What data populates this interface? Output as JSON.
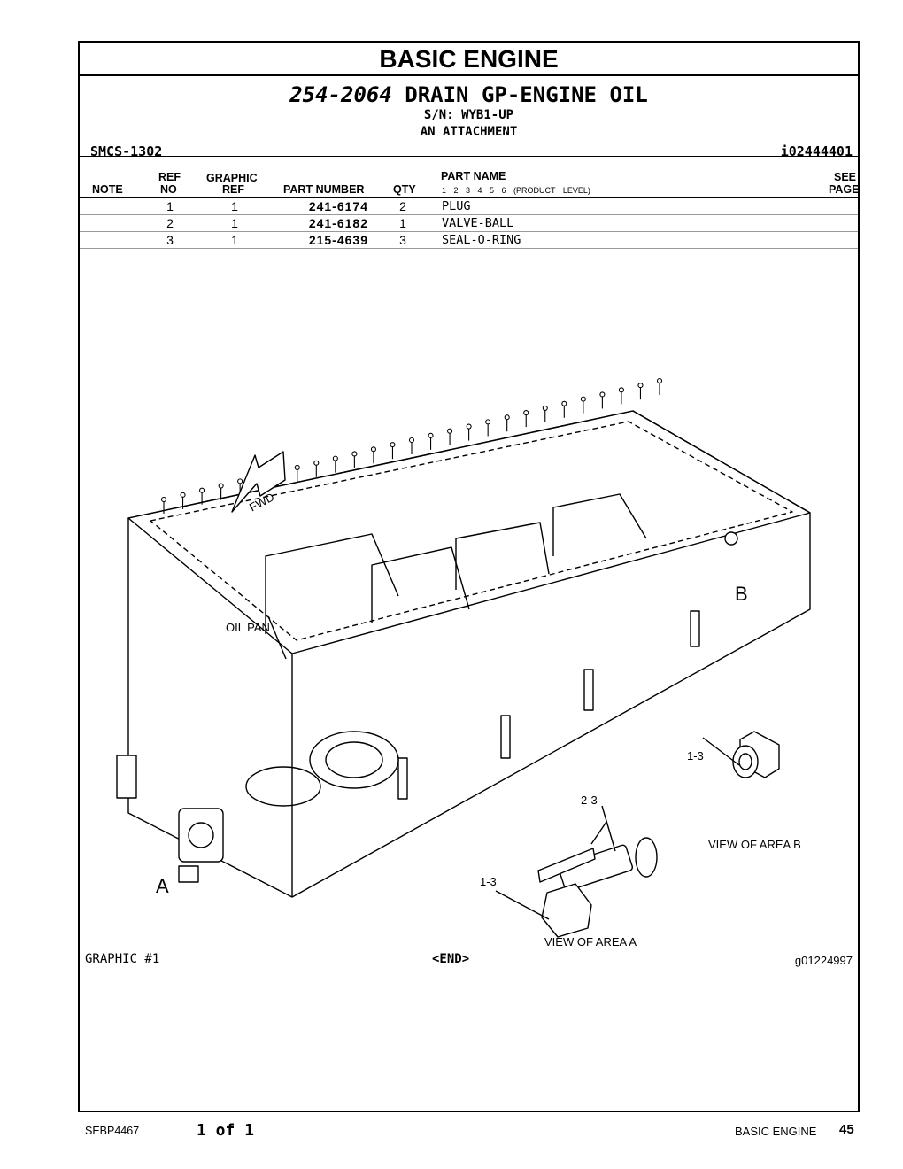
{
  "section_title": "BASIC ENGINE",
  "group": {
    "number": "254-2064",
    "name": "DRAIN GP-ENGINE OIL",
    "serial": "S/N: WYB1-UP",
    "type": "AN ATTACHMENT"
  },
  "smcs": "SMCS-1302",
  "info_number": "i02444401",
  "columns": {
    "note": "NOTE",
    "ref_top": "REF",
    "ref_bottom": "NO",
    "graphic_top": "GRAPHIC",
    "graphic_bottom": "REF",
    "part_number": "PART NUMBER",
    "qty": "QTY",
    "part_name": "PART NAME",
    "levels": "1 2 3 4 5 6 (PRODUCT LEVEL)",
    "see_top": "SEE",
    "see_bottom": "PAGE"
  },
  "parts": [
    {
      "ref": "1",
      "graphic": "1",
      "part_number": "241-6174",
      "qty": "2",
      "name": "PLUG"
    },
    {
      "ref": "2",
      "graphic": "1",
      "part_number": "241-6182",
      "qty": "1",
      "name": "VALVE-BALL"
    },
    {
      "ref": "3",
      "graphic": "1",
      "part_number": "215-4639",
      "qty": "3",
      "name": "SEAL-O-RING"
    }
  ],
  "drawing": {
    "fwd": "FWD",
    "oil_pan": "OIL PAN",
    "area_a": "A",
    "area_b": "B",
    "callout_b": "1-3",
    "view_b": "VIEW OF AREA B",
    "callout_valve": "2-3",
    "callout_plug": "1-3",
    "view_a": "VIEW OF AREA A"
  },
  "footer": {
    "graphic": "GRAPHIC #1",
    "end": "<END>",
    "graphic_id": "g01224997"
  },
  "page": {
    "doc": "SEBP4467",
    "count": "1 of 1",
    "section": "BASIC ENGINE",
    "number": "45"
  }
}
